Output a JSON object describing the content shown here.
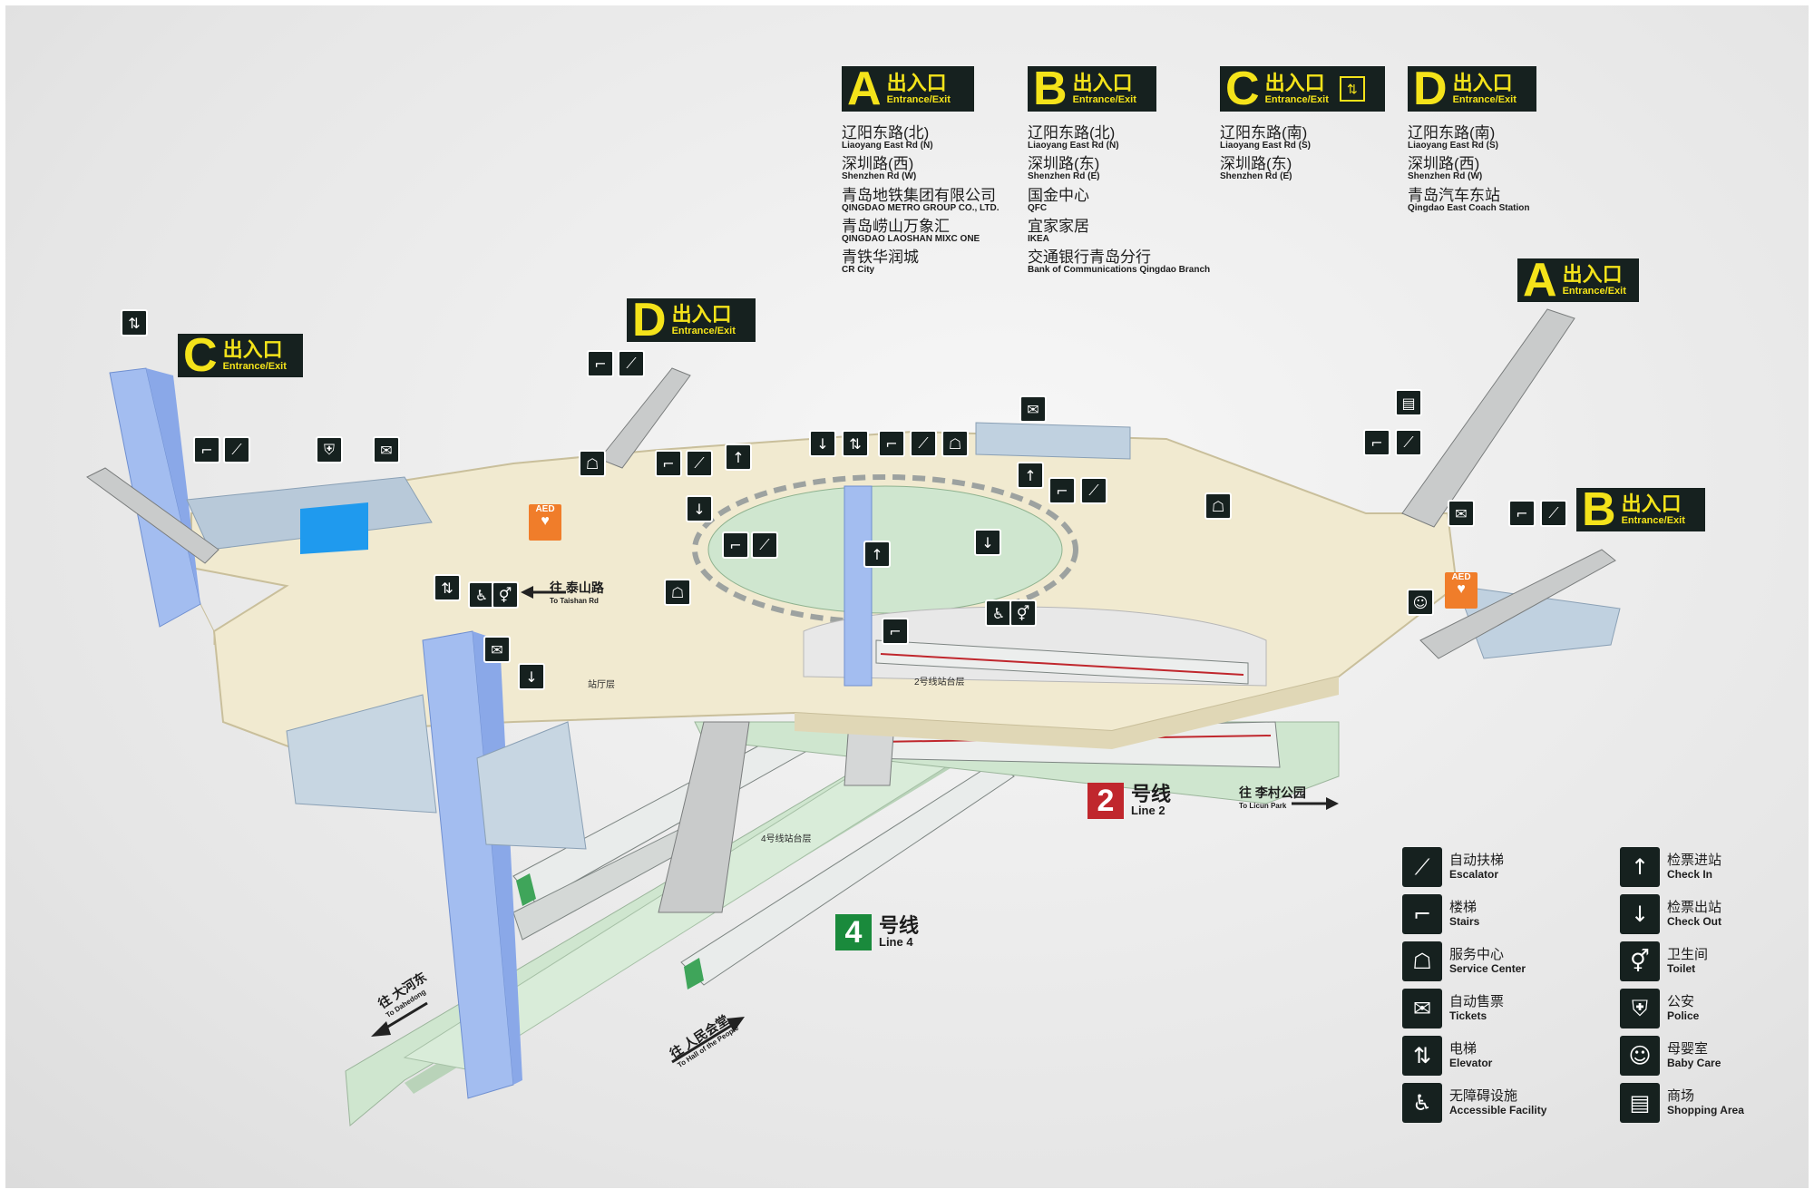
{
  "colors": {
    "sign_bg": "#16211f",
    "sign_text": "#f4e31a",
    "line2": "#c0272d",
    "line4": "#1a8a3c",
    "concourse": "#f1ead0",
    "elevator_shaft": "#a3bdf0",
    "platform": "#cfe6cf",
    "aed": "#f07d2a"
  },
  "exit_header_text": {
    "cn": "出入口",
    "en": "Entrance/Exit"
  },
  "exits": [
    {
      "letter": "A",
      "has_elevator": false,
      "destinations": [
        {
          "cn": "辽阳东路(北)",
          "en": "Liaoyang East Rd (N)"
        },
        {
          "cn": "深圳路(西)",
          "en": "Shenzhen Rd (W)"
        },
        {
          "cn": "青岛地铁集团有限公司",
          "en": "QINGDAO METRO GROUP CO., LTD."
        },
        {
          "cn": "青岛崂山万象汇",
          "en": "QINGDAO LAOSHAN MIXC ONE"
        },
        {
          "cn": "青铁华润城",
          "en": "CR City"
        }
      ]
    },
    {
      "letter": "B",
      "has_elevator": false,
      "destinations": [
        {
          "cn": "辽阳东路(北)",
          "en": "Liaoyang East Rd (N)"
        },
        {
          "cn": "深圳路(东)",
          "en": "Shenzhen Rd (E)"
        },
        {
          "cn": "国金中心",
          "en": "QFC"
        },
        {
          "cn": "宜家家居",
          "en": "IKEA"
        },
        {
          "cn": "交通银行青岛分行",
          "en": "Bank of Communications Qingdao Branch"
        }
      ]
    },
    {
      "letter": "C",
      "has_elevator": true,
      "destinations": [
        {
          "cn": "辽阳东路(南)",
          "en": "Liaoyang East Rd (S)"
        },
        {
          "cn": "深圳路(东)",
          "en": "Shenzhen Rd (E)"
        }
      ]
    },
    {
      "letter": "D",
      "has_elevator": false,
      "destinations": [
        {
          "cn": "辽阳东路(南)",
          "en": "Liaoyang East Rd (S)"
        },
        {
          "cn": "深圳路(西)",
          "en": "Shenzhen Rd (W)"
        },
        {
          "cn": "青岛汽车东站",
          "en": "Qingdao East Coach Station"
        }
      ]
    }
  ],
  "map_exit_signs": [
    "C",
    "D",
    "A",
    "B"
  ],
  "area_labels": {
    "concourse": "站厅层",
    "line2_platform": "2号线站台层",
    "line4_platform": "4号线站台层"
  },
  "directions": {
    "taishan": {
      "cn": "往 泰山路",
      "en": "To Taishan Rd"
    },
    "licun": {
      "cn": "往 李村公园",
      "en": "To Licun Park"
    },
    "dahedong": {
      "cn": "往 大河东",
      "en": "To Dahedong"
    },
    "renmin": {
      "cn": "往 人民会堂",
      "en": "To Hall of the People"
    }
  },
  "lines": [
    {
      "number": "2",
      "cn": "号线",
      "en": "Line 2",
      "color": "#c0272d"
    },
    {
      "number": "4",
      "cn": "号线",
      "en": "Line 4",
      "color": "#1a8a3c"
    }
  ],
  "aed_label": "AED",
  "legend": {
    "left": [
      {
        "icon": "escalator-icon",
        "cn": "自动扶梯",
        "en": "Escalator"
      },
      {
        "icon": "stairs-icon",
        "cn": "楼梯",
        "en": "Stairs"
      },
      {
        "icon": "service-center-icon",
        "cn": "服务中心",
        "en": "Service Center"
      },
      {
        "icon": "tickets-icon",
        "cn": "自动售票",
        "en": "Tickets"
      },
      {
        "icon": "elevator-icon",
        "cn": "电梯",
        "en": "Elevator"
      },
      {
        "icon": "accessible-icon",
        "cn": "无障碍设施",
        "en": "Accessible Facility"
      }
    ],
    "right": [
      {
        "icon": "check-in-icon",
        "cn": "检票进站",
        "en": "Check In"
      },
      {
        "icon": "check-out-icon",
        "cn": "检票出站",
        "en": "Check Out"
      },
      {
        "icon": "toilet-icon",
        "cn": "卫生间",
        "en": "Toilet"
      },
      {
        "icon": "police-icon",
        "cn": "公安",
        "en": "Police"
      },
      {
        "icon": "baby-care-icon",
        "cn": "母婴室",
        "en": "Baby Care"
      },
      {
        "icon": "shopping-icon",
        "cn": "商场",
        "en": "Shopping Area"
      }
    ]
  }
}
